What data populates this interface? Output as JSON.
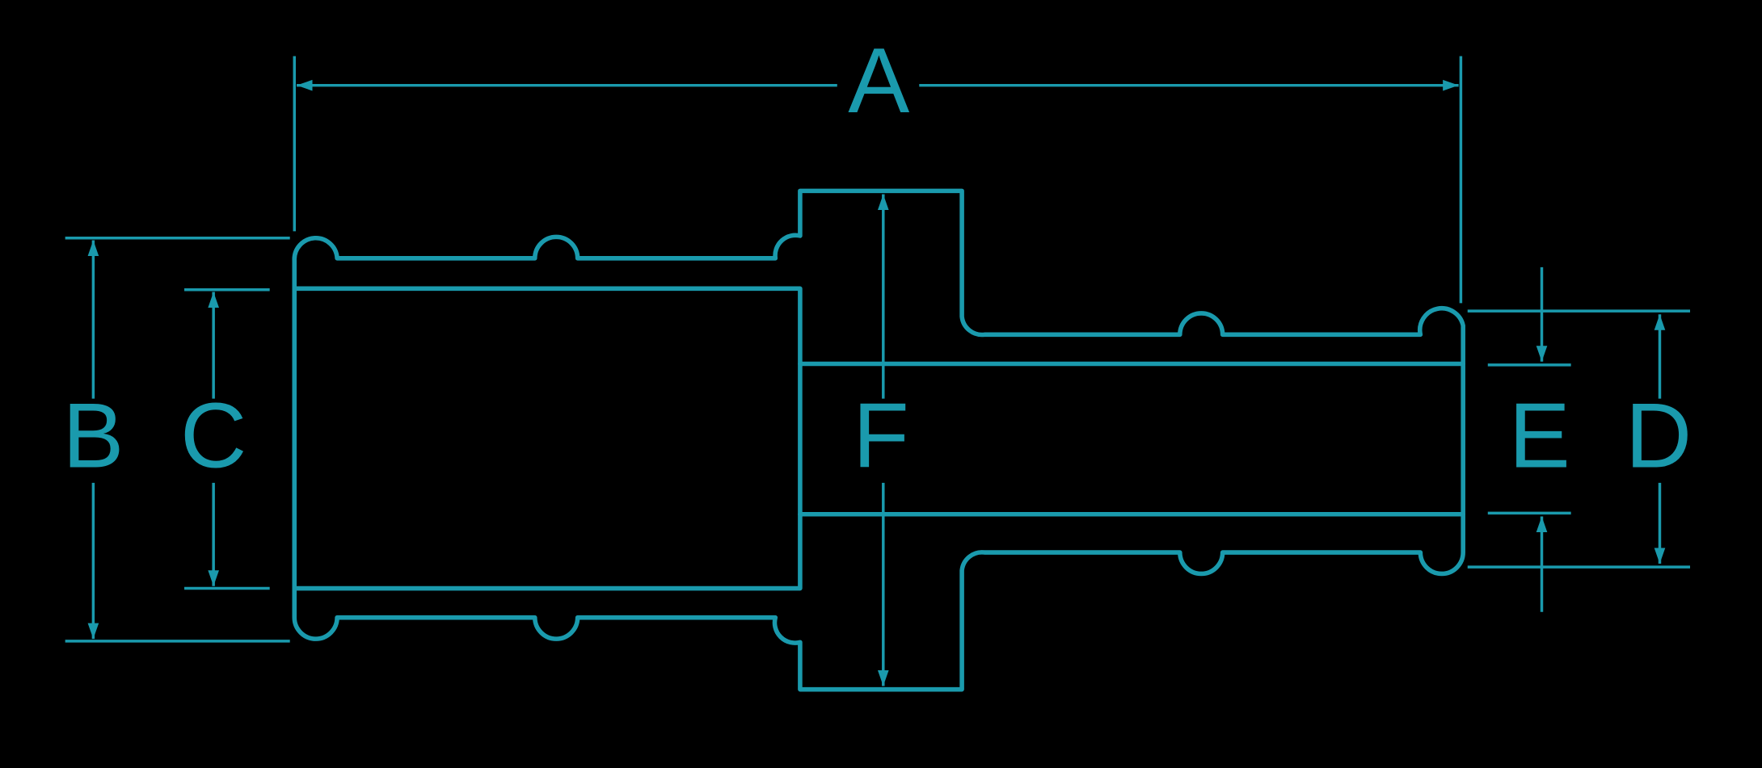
{
  "colors": {
    "background": "#000000",
    "stroke": "#1a9aad"
  },
  "labels": {
    "a": "A",
    "b": "B",
    "c": "C",
    "d": "D",
    "e": "E",
    "f": "F"
  }
}
